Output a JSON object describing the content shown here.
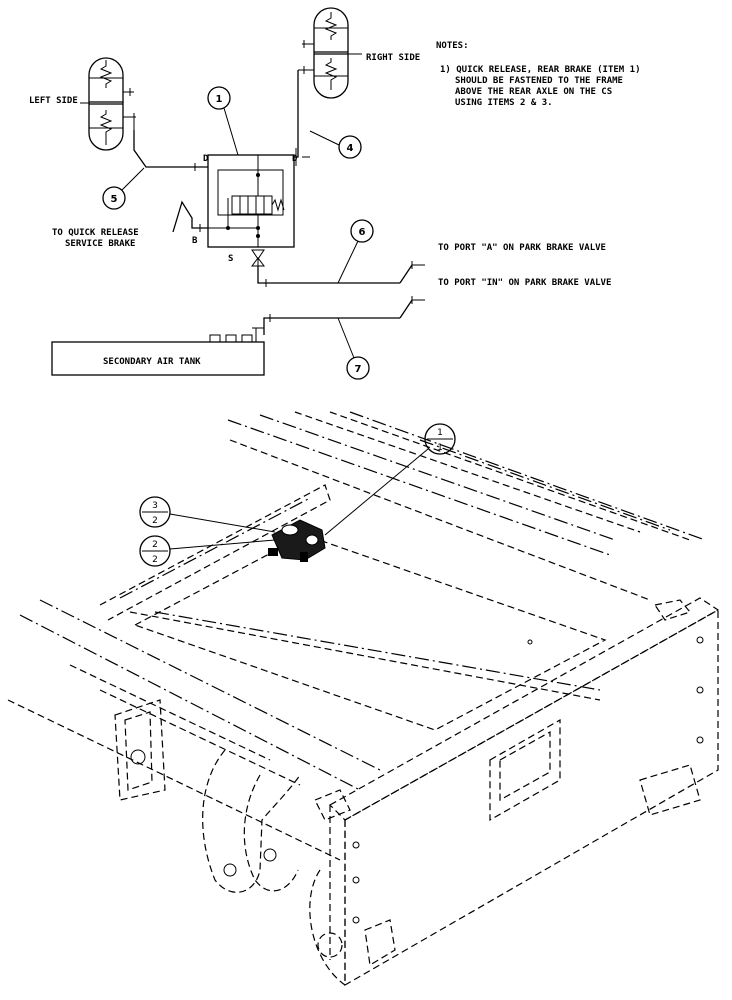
{
  "schematic": {
    "notes_title": "NOTES:",
    "notes_lines": [
      "1) QUICK RELEASE, REAR BRAKE (ITEM 1)",
      "SHOULD BE FASTENED TO THE FRAME",
      "ABOVE THE REAR AXLE ON THE CS",
      "USING ITEMS 2 & 3."
    ],
    "left_side": "LEFT SIDE",
    "right_side": "RIGHT SIDE",
    "to_quick_release_1": "TO QUICK RELEASE",
    "to_quick_release_2": "SERVICE BRAKE",
    "port_a": "TO PORT \"A\" ON PARK BRAKE VALVE",
    "port_in": "TO PORT \"IN\" ON PARK BRAKE VALVE",
    "tank": "SECONDARY AIR TANK",
    "port_d_left": "D",
    "port_d_right": "D",
    "port_b": "B",
    "port_s": "S",
    "balloons": [
      "1",
      "4",
      "5",
      "6",
      "7"
    ]
  },
  "assembly": {
    "callouts": [
      {
        "top": "1",
        "bottom": "1"
      },
      {
        "top": "3",
        "bottom": "2"
      },
      {
        "top": "2",
        "bottom": "2"
      }
    ]
  }
}
